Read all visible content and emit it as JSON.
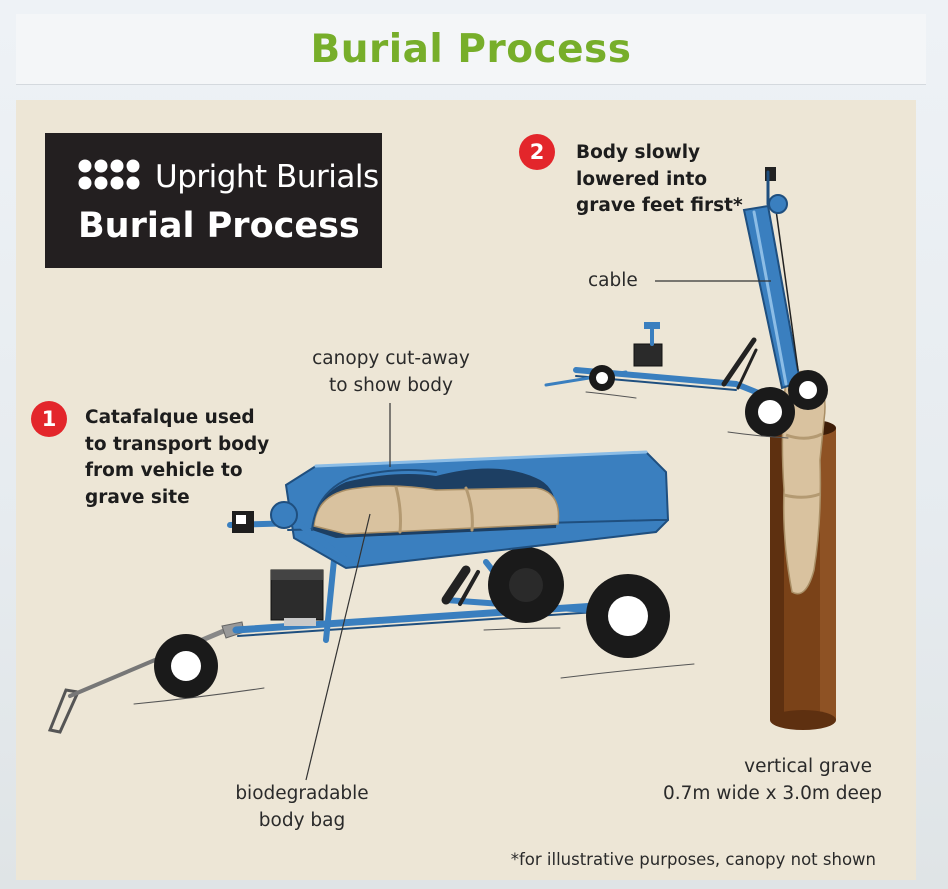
{
  "header": {
    "title": "Burial Process"
  },
  "logo": {
    "brand": "Upright Burials",
    "subtitle": "Burial Process"
  },
  "step1": {
    "number": "1",
    "lines": [
      "Catafalque used",
      "to transport body",
      "from vehicle to",
      "grave site"
    ]
  },
  "step2": {
    "number": "2",
    "lines": [
      "Body slowly",
      "lowered into",
      "grave feet first*"
    ]
  },
  "labels": {
    "canopy": [
      "canopy cut-away",
      "to show body"
    ],
    "cable": "cable",
    "bag": [
      "biodegradable",
      "body bag"
    ],
    "grave": [
      "vertical grave",
      "0.7m wide x 3.0m deep"
    ]
  },
  "footnote": "*for illustrative purposes, canopy not shown",
  "colors": {
    "title_green": "#77ae2a",
    "panel": "#ede6d6",
    "frame_blue": "#3a7fbf",
    "step_badge": "#e3262b",
    "grave_brown": "#7a4218",
    "bag_tan": "#d9c29f"
  }
}
